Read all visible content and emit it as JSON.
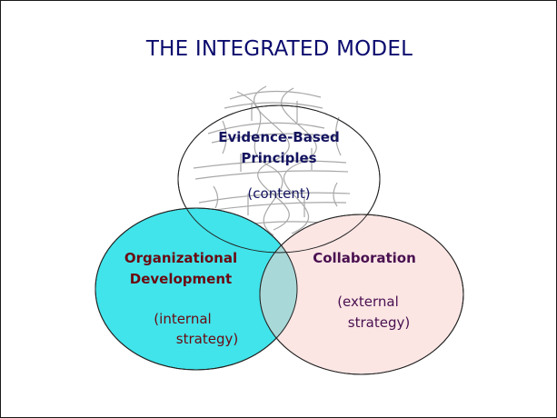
{
  "title": "THE INTEGRATED MODEL",
  "circles": [
    {
      "id": "evidence",
      "heading_line1": "Evidence-Based",
      "heading_line2": "Principles",
      "sub": "(content)",
      "fill": "#ffffff",
      "stroke": "#222222",
      "text_color": "#141460"
    },
    {
      "id": "organizational",
      "heading_line1": "Organizational",
      "heading_line2": "Development",
      "sub_line1": "(internal",
      "sub_line2": "strategy)",
      "fill": "#40e4ea",
      "stroke": "#222222",
      "text_color": "#6b0a12"
    },
    {
      "id": "collaboration",
      "heading_line1": "Collaboration",
      "sub_line1": "(external",
      "sub_line2": "strategy)",
      "fill": "#fbe6e4",
      "stroke": "#222222",
      "text_color": "#4a1050"
    }
  ],
  "overlap_color": "#a9d8d8",
  "background_graphic": "dna-helix-watermark"
}
